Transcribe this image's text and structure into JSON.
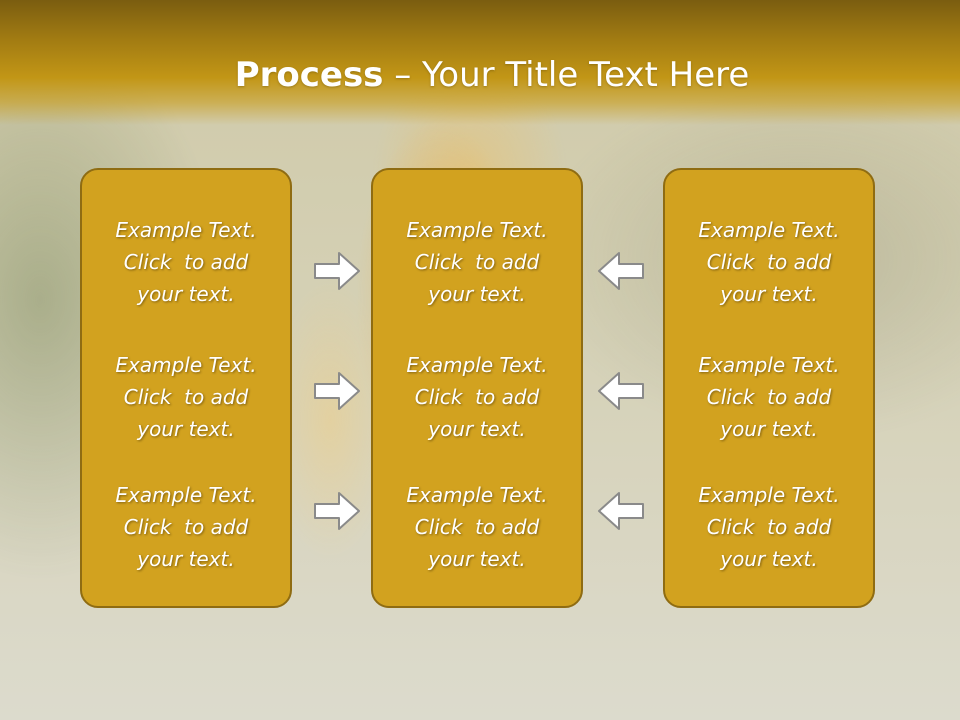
{
  "slide": {
    "title_strong": "Process",
    "title_rest": " – Your Title Text Here"
  },
  "columns": [
    {
      "items": [
        {
          "line1": "Example Text.",
          "line2": "Click  to add",
          "line3": "your text."
        },
        {
          "line1": "Example Text.",
          "line2": "Click  to add",
          "line3": "your text."
        },
        {
          "line1": "Example Text.",
          "line2": "Click  to add",
          "line3": "your text."
        }
      ]
    },
    {
      "items": [
        {
          "line1": "Example Text.",
          "line2": "Click  to add",
          "line3": "your text."
        },
        {
          "line1": "Example Text.",
          "line2": "Click  to add",
          "line3": "your text."
        },
        {
          "line1": "Example Text.",
          "line2": "Click  to add",
          "line3": "your text."
        }
      ]
    },
    {
      "items": [
        {
          "line1": "Example Text.",
          "line2": "Click  to add",
          "line3": "your text."
        },
        {
          "line1": "Example Text.",
          "line2": "Click  to add",
          "line3": "your text."
        },
        {
          "line1": "Example Text.",
          "line2": "Click  to add",
          "line3": "your text."
        }
      ]
    }
  ],
  "arrows": {
    "left_column": "arrow-right-icon",
    "right_column": "arrow-left-icon"
  },
  "colors": {
    "box_fill": "#d2a21f",
    "box_border": "#8f6c12",
    "header": "#c29616",
    "arrow_fill": "#ffffff",
    "arrow_stroke": "#8a8a8a"
  }
}
